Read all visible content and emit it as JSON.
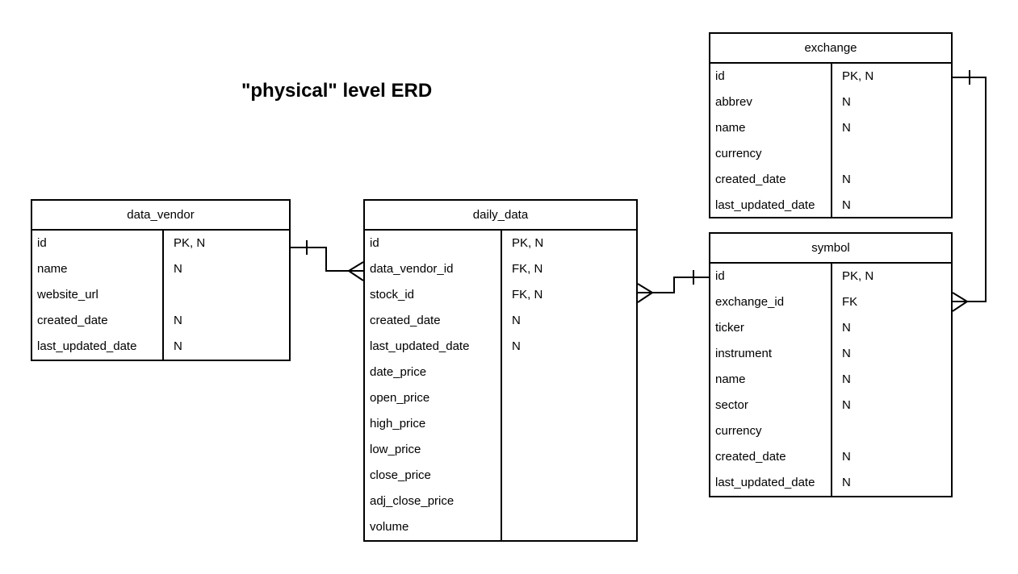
{
  "title": "\"physical\" level ERD",
  "colors": {
    "line": "#000000",
    "text": "#000000",
    "background": "#ffffff"
  },
  "entities": {
    "data_vendor": {
      "name": "data_vendor",
      "fields": [
        {
          "name": "id",
          "keys": "PK, N"
        },
        {
          "name": "name",
          "keys": "N"
        },
        {
          "name": "website_url",
          "keys": ""
        },
        {
          "name": "created_date",
          "keys": "N"
        },
        {
          "name": "last_updated_date",
          "keys": "N"
        }
      ]
    },
    "daily_data": {
      "name": "daily_data",
      "fields": [
        {
          "name": "id",
          "keys": "PK, N"
        },
        {
          "name": "data_vendor_id",
          "keys": "FK, N"
        },
        {
          "name": "stock_id",
          "keys": "FK, N"
        },
        {
          "name": "created_date",
          "keys": "N"
        },
        {
          "name": "last_updated_date",
          "keys": "N"
        },
        {
          "name": "date_price",
          "keys": ""
        },
        {
          "name": "open_price",
          "keys": ""
        },
        {
          "name": "high_price",
          "keys": ""
        },
        {
          "name": "low_price",
          "keys": ""
        },
        {
          "name": "close_price",
          "keys": ""
        },
        {
          "name": "adj_close_price",
          "keys": ""
        },
        {
          "name": "volume",
          "keys": ""
        }
      ]
    },
    "exchange": {
      "name": "exchange",
      "fields": [
        {
          "name": "id",
          "keys": "PK, N"
        },
        {
          "name": "abbrev",
          "keys": "N"
        },
        {
          "name": "name",
          "keys": "N"
        },
        {
          "name": "currency",
          "keys": ""
        },
        {
          "name": "created_date",
          "keys": "N"
        },
        {
          "name": "last_updated_date",
          "keys": "N"
        }
      ]
    },
    "symbol": {
      "name": "symbol",
      "fields": [
        {
          "name": "id",
          "keys": "PK, N"
        },
        {
          "name": "exchange_id",
          "keys": "FK"
        },
        {
          "name": "ticker",
          "keys": "N"
        },
        {
          "name": "instrument",
          "keys": "N"
        },
        {
          "name": "name",
          "keys": "N"
        },
        {
          "name": "sector",
          "keys": "N"
        },
        {
          "name": "currency",
          "keys": ""
        },
        {
          "name": "created_date",
          "keys": "N"
        },
        {
          "name": "last_updated_date",
          "keys": "N"
        }
      ]
    }
  },
  "relationships": [
    {
      "from": "data_vendor",
      "from_field": "id",
      "from_cardinality": "one",
      "to": "daily_data",
      "to_field": "data_vendor_id",
      "to_cardinality": "many"
    },
    {
      "from": "symbol",
      "from_field": "id",
      "from_cardinality": "one",
      "to": "daily_data",
      "to_field": "stock_id",
      "to_cardinality": "many"
    },
    {
      "from": "exchange",
      "from_field": "id",
      "from_cardinality": "one",
      "to": "symbol",
      "to_field": "exchange_id",
      "to_cardinality": "many"
    }
  ]
}
